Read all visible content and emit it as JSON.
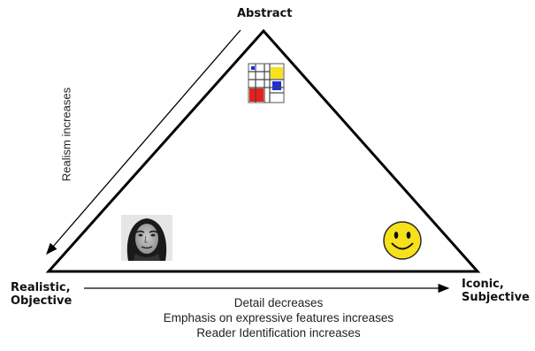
{
  "vertices": {
    "top": "Abstract",
    "left": [
      "Realistic,",
      "Objective"
    ],
    "right": [
      "Iconic,",
      "Subjective"
    ]
  },
  "side_arrow_label": "Realism increases",
  "bottom_captions": [
    "Detail decreases",
    "Emphasis on expressive features increases",
    "Reader Identification increases"
  ],
  "icons": {
    "top": "mondrian-painting-icon",
    "left": "realistic-face-photo",
    "right": "smiley-face-icon"
  },
  "colors": {
    "outline": "#000000",
    "mondrian_red": "#e8201c",
    "mondrian_blue": "#1c2ed8",
    "mondrian_yellow": "#f7e21c",
    "smiley_yellow": "#f6e11a"
  }
}
